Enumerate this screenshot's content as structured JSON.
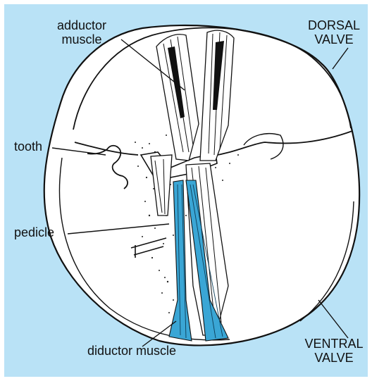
{
  "colors": {
    "background": "#b9e2f6",
    "shell": "#ffffff",
    "outline": "#111111",
    "diductor_muscle": "#3aa6d5"
  },
  "labels": {
    "adductor_muscle": [
      "adductor",
      "muscle"
    ],
    "dorsal_valve": [
      "DORSAL",
      "VALVE"
    ],
    "tooth": "tooth",
    "pedicle": "pedicle",
    "ventral_valve": [
      "VENTRAL",
      "VALVE"
    ],
    "diductor_muscle": "diductor muscle"
  }
}
